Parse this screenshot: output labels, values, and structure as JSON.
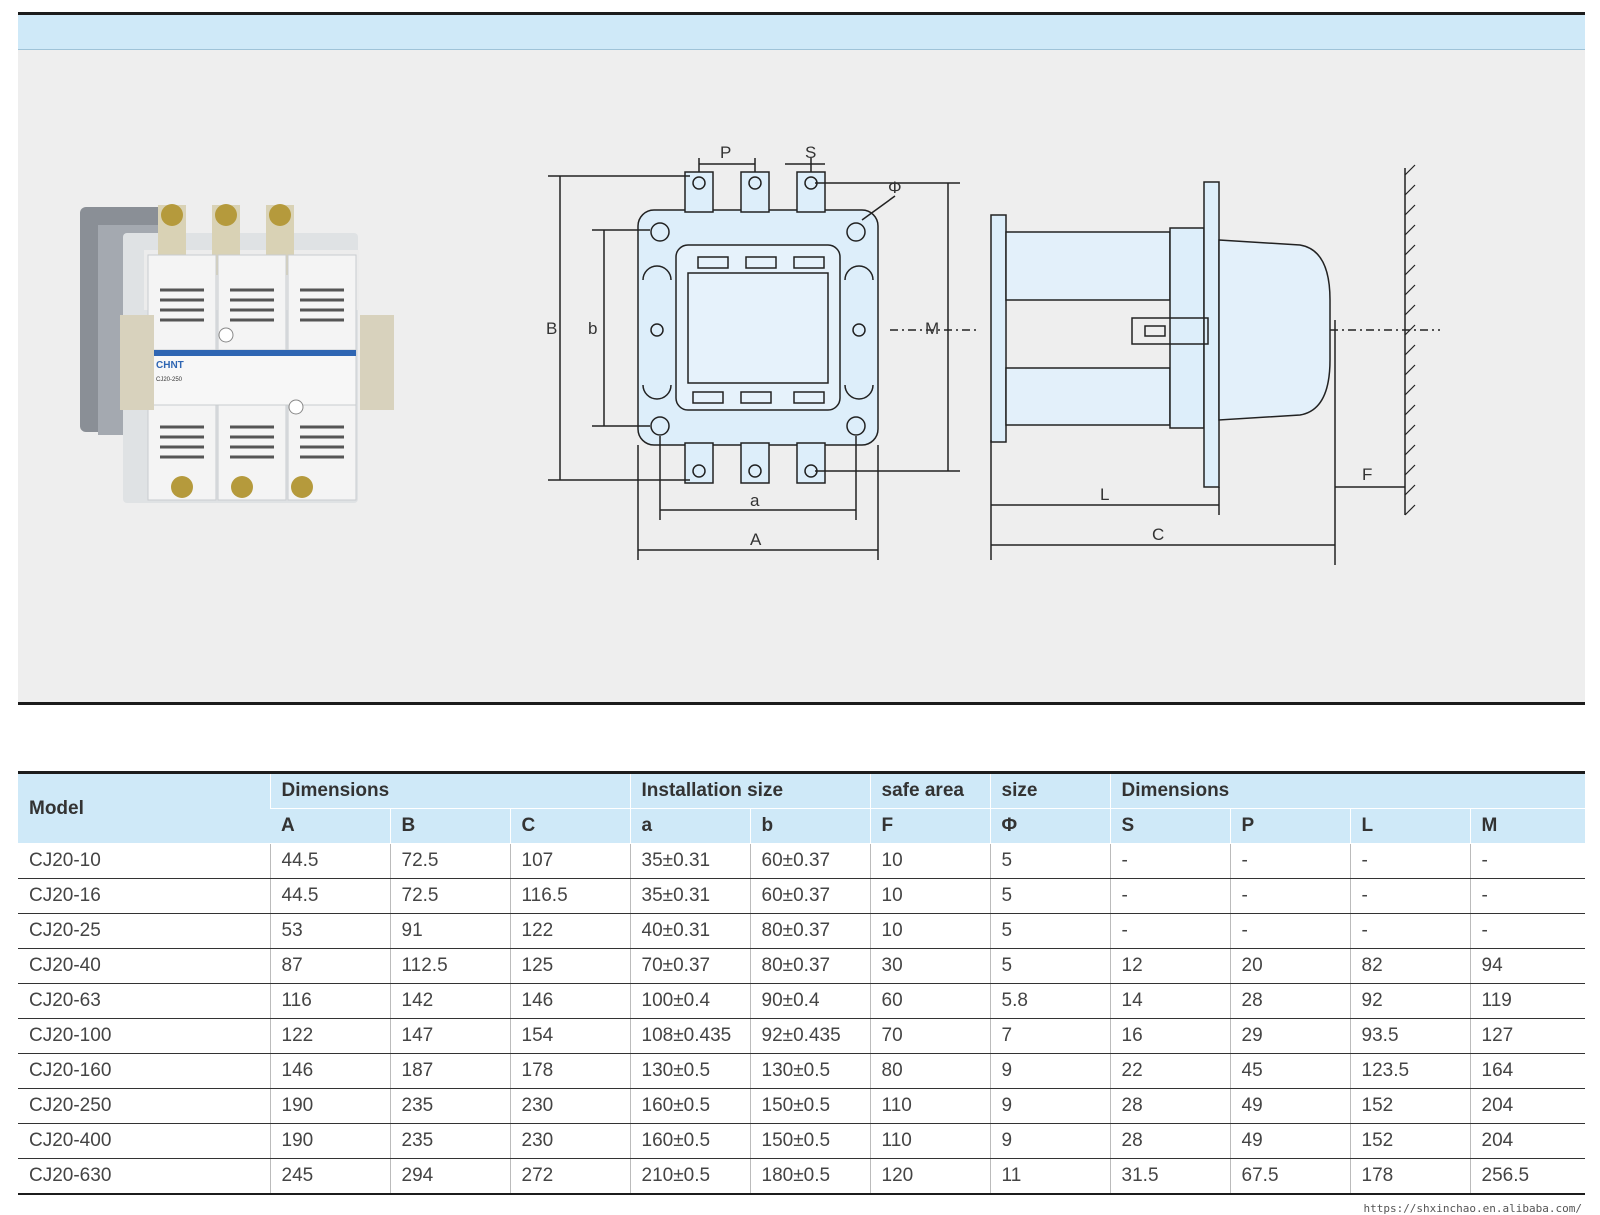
{
  "table": {
    "header_groups": [
      {
        "label": "Model",
        "colspan": 1,
        "rowspan": 2
      },
      {
        "label": "Dimensions",
        "colspan": 3
      },
      {
        "label": "Installation size",
        "colspan": 2
      },
      {
        "label": "safe area",
        "colspan": 1
      },
      {
        "label": "size",
        "colspan": 1
      },
      {
        "label": "Dimensions",
        "colspan": 4
      }
    ],
    "sub_headers": [
      "A",
      "B",
      "C",
      "a",
      "b",
      "F",
      "Φ",
      "S",
      "P",
      "L",
      "M"
    ],
    "rows": [
      [
        "CJ20-10",
        "44.5",
        "72.5",
        "107",
        "35±0.31",
        "60±0.37",
        "10",
        "5",
        "-",
        "-",
        "-",
        "-"
      ],
      [
        "CJ20-16",
        "44.5",
        "72.5",
        "116.5",
        "35±0.31",
        "60±0.37",
        "10",
        "5",
        "-",
        "-",
        "-",
        "-"
      ],
      [
        "CJ20-25",
        "53",
        "91",
        "122",
        "40±0.31",
        "80±0.37",
        "10",
        "5",
        "-",
        "-",
        "-",
        "-"
      ],
      [
        "CJ20-40",
        "87",
        "112.5",
        "125",
        "70±0.37",
        "80±0.37",
        "30",
        "5",
        "12",
        "20",
        "82",
        "94"
      ],
      [
        "CJ20-63",
        "116",
        "142",
        "146",
        "100±0.4",
        "90±0.4",
        "60",
        "5.8",
        "14",
        "28",
        "92",
        "119"
      ],
      [
        "CJ20-100",
        "122",
        "147",
        "154",
        "108±0.435",
        "92±0.435",
        "70",
        "7",
        "16",
        "29",
        "93.5",
        "127"
      ],
      [
        "CJ20-160",
        "146",
        "187",
        "178",
        "130±0.5",
        "130±0.5",
        "80",
        "9",
        "22",
        "45",
        "123.5",
        "164"
      ],
      [
        "CJ20-250",
        "190",
        "235",
        "230",
        "160±0.5",
        "150±0.5",
        "110",
        "9",
        "28",
        "49",
        "152",
        "204"
      ],
      [
        "CJ20-400",
        "190",
        "235",
        "230",
        "160±0.5",
        "150±0.5",
        "110",
        "9",
        "28",
        "49",
        "152",
        "204"
      ],
      [
        "CJ20-630",
        "245",
        "294",
        "272",
        "210±0.5",
        "180±0.5",
        "120",
        "11",
        "31.5",
        "67.5",
        "178",
        "256.5"
      ]
    ]
  },
  "drawing": {
    "labels": {
      "P": "P",
      "S": "S",
      "phi": "Φ",
      "B": "B",
      "b": "b",
      "M": "M",
      "a": "a",
      "A": "A",
      "L": "L",
      "C": "C",
      "F": "F"
    }
  },
  "product": {
    "brand": "CHNT",
    "model": "CJ20-250"
  },
  "watermark": "https://shxinchao.en.alibaba.com/",
  "colors": {
    "header_band": "#cfe9f8",
    "panel": "#eeeeee",
    "body_fill": "#ddeefa"
  }
}
